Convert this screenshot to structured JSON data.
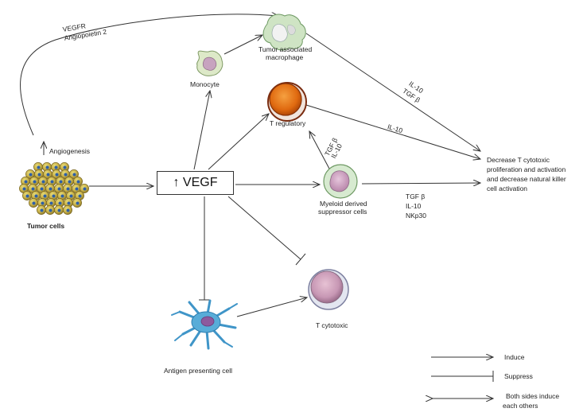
{
  "nodes": {
    "tumor_cells": "Tumor cells",
    "vegf": "↑ VEGF",
    "angiogenesis": "Angiogenesis",
    "monocyte": "Monocyte",
    "tam_line1": "Tumor associated",
    "tam_line2": "macrophage",
    "treg": "T regulatory",
    "mdsc_line1": "Myeloid derived",
    "mdsc_line2": "suppressor cells",
    "tcyto": "T cytotoxic",
    "apc": "Antigen presenting cell",
    "outcome_line1": "Decrease T cytotoxic",
    "outcome_line2": "proliferation and activation",
    "outcome_line3": "and decrease natural killer",
    "outcome_line4": "cell activation"
  },
  "edge_labels": {
    "vegfr": "VEGFR",
    "angiopoietin": "Angiopoietin 2",
    "tam_il10": "IL-10",
    "tam_tgfb": "TGF β",
    "treg_il10": "IL-10",
    "mdsc_il10": "IL-10",
    "mdsc_tgfb": "TGF β",
    "out_tgfb": "TGF β",
    "out_il10": "IL-10",
    "out_nkp30": "NKp30"
  },
  "legend": {
    "induce": "Induce",
    "suppress": "Suppress",
    "both_line1": "Both sides induce",
    "both_line2": "each others"
  }
}
